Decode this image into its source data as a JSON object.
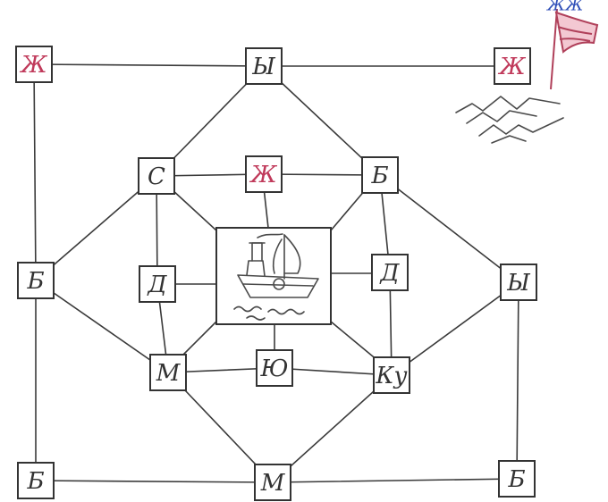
{
  "colors": {
    "line": "#3a3a3a",
    "letter_default": "#333333",
    "letter_accent": "#c0395a",
    "flag": "#b0405a",
    "corner_text": "#2f4fb8"
  },
  "corner_note": {
    "text": "ЖЖ"
  },
  "nodes": [
    {
      "id": "top-left",
      "letter": "Ж",
      "accent": true
    },
    {
      "id": "top-mid",
      "letter": "Ы",
      "accent": false
    },
    {
      "id": "top-right",
      "letter": "Ж",
      "accent": true
    },
    {
      "id": "upper-left",
      "letter": "С",
      "accent": false
    },
    {
      "id": "upper-mid",
      "letter": "Ж",
      "accent": true
    },
    {
      "id": "upper-right",
      "letter": "Б",
      "accent": false
    },
    {
      "id": "left",
      "letter": "Б",
      "accent": false
    },
    {
      "id": "inner-left",
      "letter": "Д",
      "accent": false
    },
    {
      "id": "inner-right",
      "letter": "Д",
      "accent": false
    },
    {
      "id": "right",
      "letter": "Ы",
      "accent": false
    },
    {
      "id": "lower-left",
      "letter": "М",
      "accent": false
    },
    {
      "id": "lower-mid",
      "letter": "Ю",
      "accent": false
    },
    {
      "id": "lower-right",
      "letter": "Ку",
      "accent": false
    },
    {
      "id": "bottom-left",
      "letter": "Б",
      "accent": false
    },
    {
      "id": "bottom-mid",
      "letter": "М",
      "accent": false
    },
    {
      "id": "bottom-right",
      "letter": "Б",
      "accent": false
    }
  ],
  "center": {
    "icon": "ship-icon"
  },
  "decor": {
    "flag_icon": "flag-icon",
    "waves_icon": "mountains-waves-icon"
  }
}
